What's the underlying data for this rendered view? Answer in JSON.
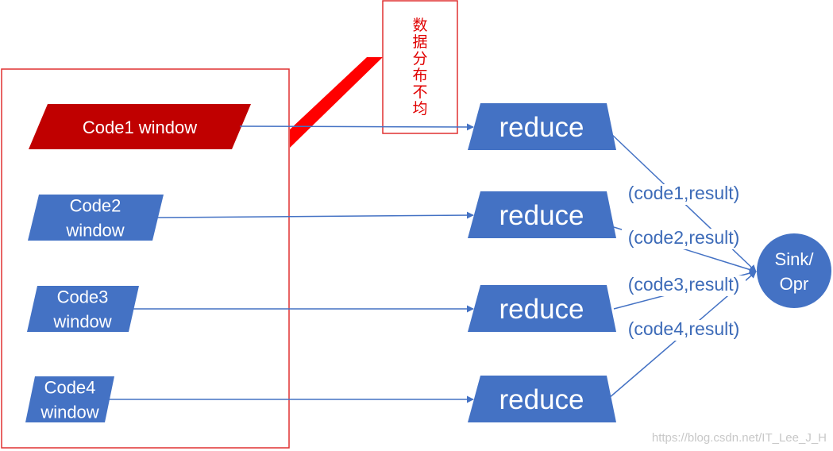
{
  "colors": {
    "blue": "#4472c4",
    "red": "#c00000",
    "frame_red": "#e03030",
    "accent_red": "#ff0000",
    "line_blue": "#4472c4",
    "text_blue": "#3d6bb8"
  },
  "windows": [
    {
      "lines": [
        "Code1 window"
      ],
      "color": "#c00000"
    },
    {
      "lines": [
        "Code2",
        "window"
      ],
      "color": "#4472c4"
    },
    {
      "lines": [
        "Code3",
        "window"
      ],
      "color": "#4472c4"
    },
    {
      "lines": [
        "Code4",
        "window"
      ],
      "color": "#4472c4"
    }
  ],
  "reduces": [
    "reduce",
    "reduce",
    "reduce",
    "reduce"
  ],
  "results": [
    "(code1,result)",
    "(code2,result)",
    "(code3,result)",
    "(code4,result)"
  ],
  "sink": [
    "Sink/",
    "Opr"
  ],
  "note": [
    "数",
    "据",
    "分",
    "布",
    "不",
    "均"
  ],
  "watermark": "https://blog.csdn.net/IT_Lee_J_H"
}
